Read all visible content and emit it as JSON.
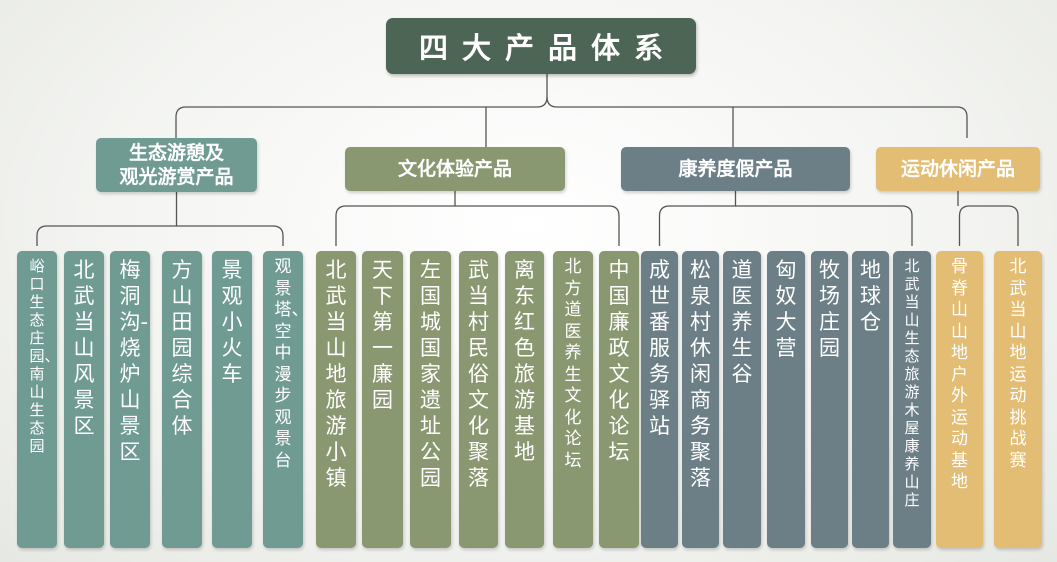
{
  "root": {
    "label": "四大产品体系",
    "color": "#4d6554"
  },
  "categories": [
    {
      "label": "生态游憩及\n观光游赏产品",
      "color": "#6f9b93",
      "items": [
        "峪口生态庄园、南山生态园",
        "北武当山风景区",
        "梅洞沟-烧炉山景区",
        "方山田园综合体",
        "景观小火车",
        "观景塔、空中漫步观景台"
      ]
    },
    {
      "label": "文化体验产品",
      "color": "#8a9871",
      "items": [
        "北武当山地旅游小镇",
        "天下第一廉园",
        "左国城国家遗址公园",
        "武当村民俗文化聚落",
        "离东红色旅游基地",
        "北方道医养生文化论坛",
        "中国廉政文化论坛"
      ]
    },
    {
      "label": "康养度假产品",
      "color": "#6c7f86",
      "items": [
        "成世番服务驿站",
        "松泉村休闲商务聚落",
        "道医养生谷",
        "匈奴大营",
        "牧场庄园",
        "地球仓",
        "北武当山生态旅游木屋康养山庄"
      ]
    },
    {
      "label": "运动休闲产品",
      "color": "#e3bd73",
      "items": [
        "骨脊山山地户外运动基地",
        "北武当山地运动挑战赛"
      ]
    }
  ]
}
